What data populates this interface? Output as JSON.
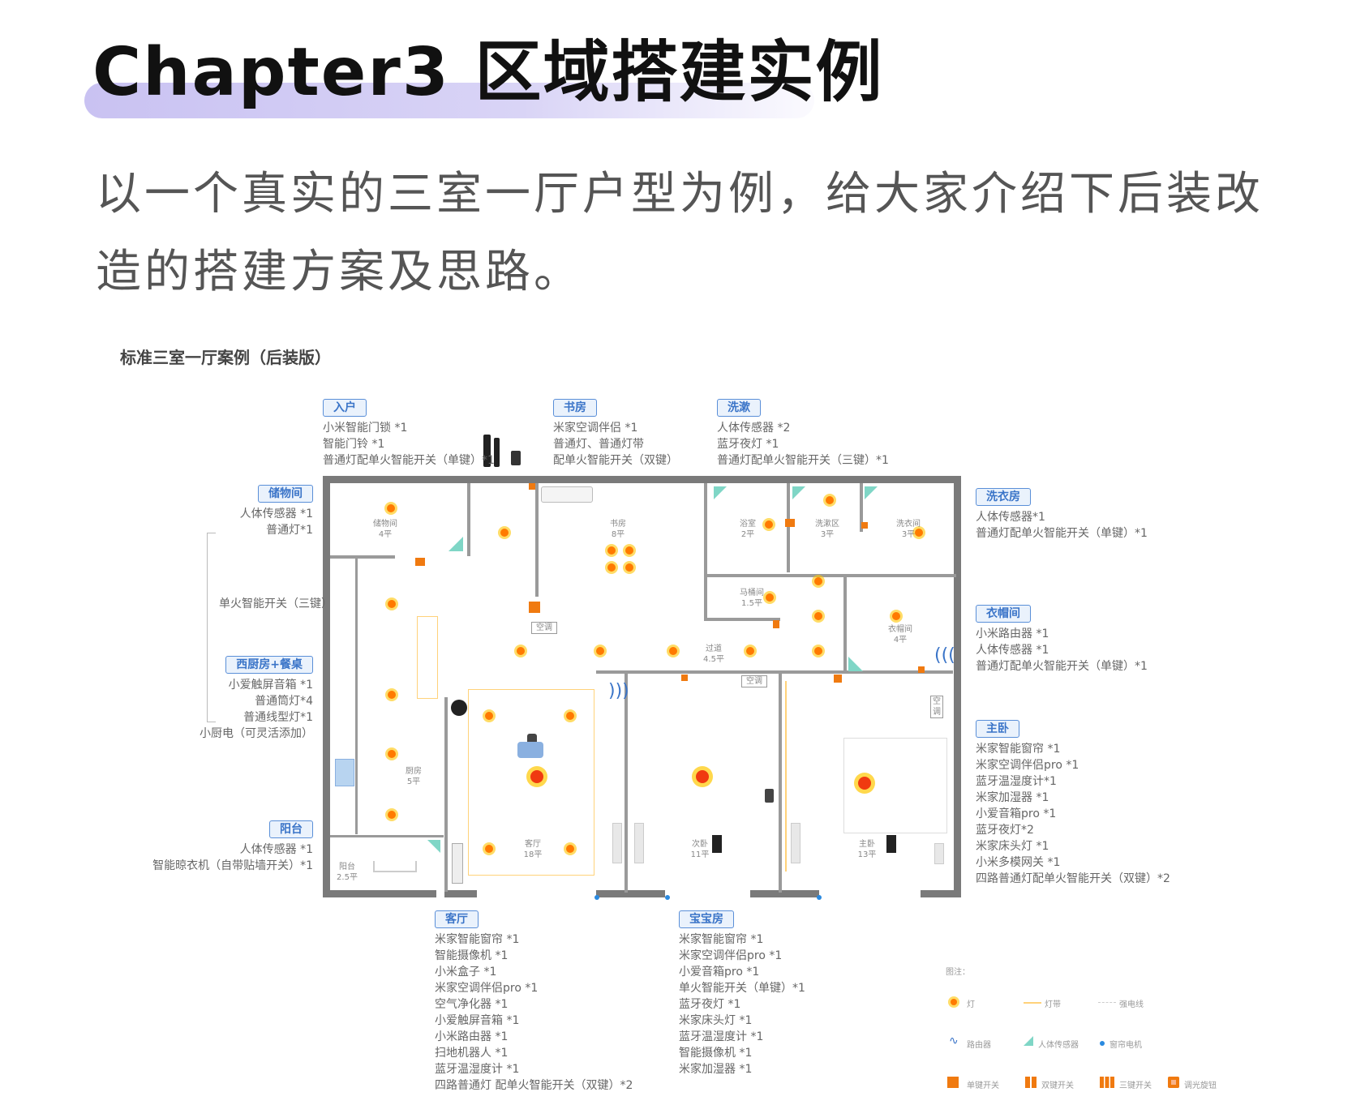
{
  "header": {
    "chapter_title": "Chapter3 区域搭建实例",
    "intro_text": "以一个真实的三室一厅户型为例，给大家介绍下后装改造的搭建方案及思路。"
  },
  "diagram": {
    "title": "标准三室一厅案例（后装版）",
    "colors": {
      "wall": "#7a7a7a",
      "light": "#ff7a00",
      "tag_border": "#5a8fd8",
      "strip": "#ffd27a"
    },
    "rooms": {
      "entry": {
        "tag": "入户",
        "items": [
          "小米智能门锁 *1",
          "智能门铃 *1",
          "普通灯配单火智能开关（单键）*1"
        ]
      },
      "study": {
        "tag": "书房",
        "items": [
          "米家空调伴侣 *1",
          "普通灯、普通灯带",
          "配单火智能开关（双键）"
        ]
      },
      "bath": {
        "tag": "洗漱",
        "items": [
          "人体传感器 *2",
          "蓝牙夜灯 *1",
          "普通灯配单火智能开关（三键）*1"
        ]
      },
      "laundry": {
        "tag": "洗衣房",
        "items": [
          "人体传感器*1",
          "普通灯配单火智能开关（单键）*1"
        ]
      },
      "storage": {
        "tag": "储物间",
        "items": [
          "人体传感器 *1",
          "普通灯*1"
        ]
      },
      "switch_note": "单火智能开关（三键）",
      "kitchen": {
        "tag": "西厨房+餐桌",
        "items": [
          "小爱触屏音箱 *1",
          "普通筒灯*4",
          "普通线型灯*1",
          "小厨电（可灵活添加）"
        ]
      },
      "balcony": {
        "tag": "阳台",
        "items": [
          "人体传感器 *1",
          "智能晾衣机（自带贴墙开关）*1"
        ]
      },
      "cloak": {
        "tag": "衣帽间",
        "items": [
          "小米路由器 *1",
          "人体传感器 *1",
          "普通灯配单火智能开关（单键）*1"
        ]
      },
      "master": {
        "tag": "主卧",
        "items": [
          "米家智能窗帘 *1",
          "米家空调伴侣pro *1",
          "蓝牙温湿度计*1",
          "米家加湿器 *1",
          "小爱音箱pro *1",
          "蓝牙夜灯*2",
          "米家床头灯 *1",
          "小米多模网关 *1",
          "四路普通灯配单火智能开关（双键）*2"
        ]
      },
      "living": {
        "tag": "客厅",
        "items": [
          "米家智能窗帘 *1",
          "智能摄像机 *1",
          "小米盒子 *1",
          "米家空调伴侣pro *1",
          "空气净化器 *1",
          "小爱触屏音箱 *1",
          "小米路由器 *1",
          "扫地机器人 *1",
          "蓝牙温湿度计 *1",
          "四路普通灯 配单火智能开关（双键）*2"
        ]
      },
      "baby": {
        "tag": "宝宝房",
        "items": [
          "米家智能窗帘 *1",
          "米家空调伴侣pro *1",
          "小爱音箱pro *1",
          "单火智能开关（单键）*1",
          "蓝牙夜灯 *1",
          "米家床头灯 *1",
          "蓝牙温湿度计 *1",
          "智能摄像机 *1",
          "米家加湿器 *1"
        ]
      }
    },
    "plan_labels": {
      "storage_room": "储物间",
      "storage_area": "4平",
      "study_room": "书房",
      "study_area": "8平",
      "bath_room": "浴室",
      "bath_area": "2平",
      "wash_room": "洗漱区",
      "wash_area": "3平",
      "laundry_room": "洗衣间",
      "laundry_area": "3平",
      "toilet_room": "马桶间",
      "toilet_area": "1.5平",
      "hall_room": "过道",
      "hall_area": "4.5平",
      "cloak_room": "衣帽间",
      "cloak_area": "4平",
      "kitchen_room": "厨房",
      "kitchen_area": "5平",
      "living_room": "客厅",
      "living_area": "18平",
      "second_room": "次卧",
      "second_area": "11平",
      "master_room": "主卧",
      "master_area": "13平",
      "balcony_room": "阳台",
      "balcony_area": "2.5平",
      "ac1": "空调",
      "ac2": "空调",
      "ac3": "空调"
    },
    "legend": {
      "title": "图注：",
      "light": "灯",
      "strip": "灯带",
      "power": "强电线",
      "router": "路由器",
      "sensor": "人体传感器",
      "curtain": "窗帘电机",
      "single": "单键开关",
      "double": "双键开关",
      "triple": "三键开关",
      "dimmer": "调光旋钮"
    }
  }
}
